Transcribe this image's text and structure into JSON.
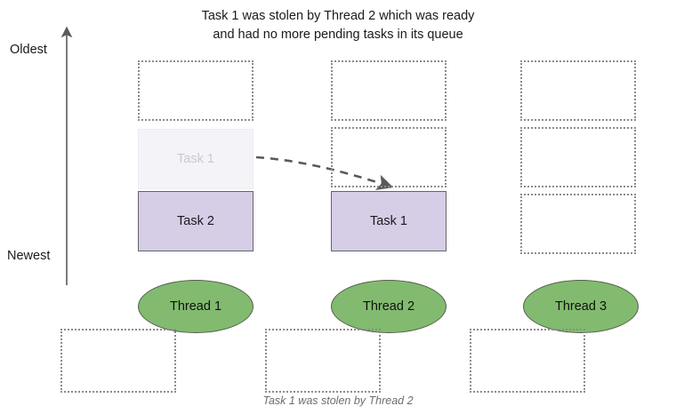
{
  "diagram": {
    "title": "Task 1 was stolen by Thread 2 which was ready\nand had no more pending tasks in its queue",
    "caption": "Task 1 was stolen by Thread 2",
    "axis": {
      "top_label": "Oldest",
      "bottom_label": "Newest",
      "direction": "up-arrow"
    },
    "colors": {
      "task_fill": "#d6cde7",
      "task_border": "#666666",
      "ghost_fill": "#f4f3f8",
      "ghost_text": "#c9c9d2",
      "thread_fill": "#82bb6f",
      "thread_border": "#555f4e",
      "empty_slot_border": "#8c8c8c",
      "arrow": "#5a5a5a",
      "caption_text": "#6e6e6e"
    },
    "columns": [
      {
        "thread": "Thread 1",
        "slots": [
          {
            "state": "empty",
            "label": ""
          },
          {
            "state": "ghost",
            "label": "Task 1"
          },
          {
            "state": "filled",
            "label": "Task 2"
          }
        ]
      },
      {
        "thread": "Thread 2",
        "slots": [
          {
            "state": "empty",
            "label": ""
          },
          {
            "state": "empty",
            "label": ""
          },
          {
            "state": "filled",
            "label": "Task 1"
          }
        ]
      },
      {
        "thread": "Thread 3",
        "slots": [
          {
            "state": "empty",
            "label": ""
          },
          {
            "state": "empty",
            "label": ""
          },
          {
            "state": "empty",
            "label": ""
          }
        ]
      }
    ],
    "steal_arrow": {
      "from": "Thread 1 ghost Task 1",
      "to": "Thread 2 Task 1",
      "style": "dashed-curved"
    }
  }
}
